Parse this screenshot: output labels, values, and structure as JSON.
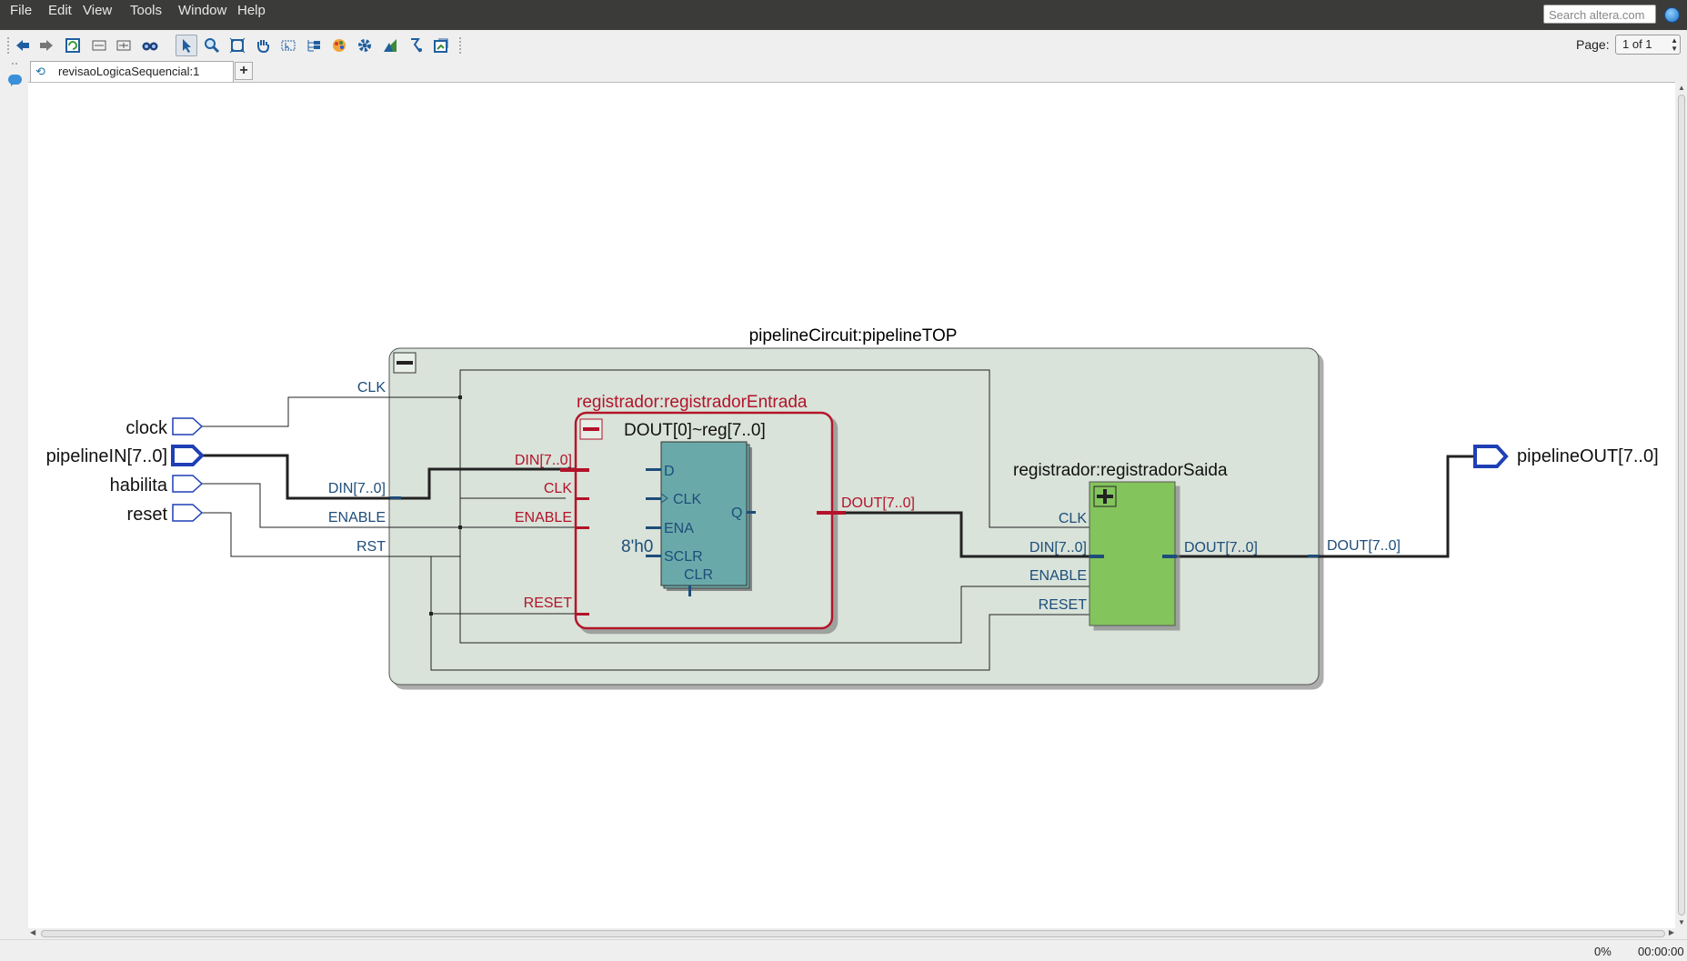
{
  "menu": [
    {
      "label": "File"
    },
    {
      "label": "Edit"
    },
    {
      "label": "View"
    },
    {
      "label": "Tools"
    },
    {
      "label": "Window"
    },
    {
      "label": "Help"
    }
  ],
  "search": {
    "placeholder": "Search altera.com"
  },
  "toolbar": {
    "icons": [
      "back-icon",
      "forward-icon",
      "refresh-netlist-icon",
      "collapse-icon",
      "expand-icon",
      "find-icon",
      "select-icon",
      "zoom-icon",
      "fit-icon",
      "pan-icon",
      "partial-select-icon",
      "hierarchy-icon",
      "color-icon",
      "settings-icon",
      "filter-icon",
      "bus-icon",
      "export-icon"
    ],
    "page_label": "Page:",
    "page_value": "1 of 1"
  },
  "tab": {
    "label": "revisaoLogicaSequencial:1",
    "add_label": "+"
  },
  "schematic": {
    "top_block_title": "pipelineCircuit:pipelineTOP",
    "inputs": [
      "clock",
      "pipelineIN[7..0]",
      "habilita",
      "reset"
    ],
    "output": "pipelineOUT[7..0]",
    "top_ports": [
      "CLK",
      "DIN[7..0]",
      "ENABLE",
      "RST",
      "DOUT[7..0]"
    ],
    "entrada": {
      "title": "registrador:registradorEntrada",
      "reg_title": "DOUT[0]~reg[7..0]",
      "ports": [
        "DIN[7..0]",
        "CLK",
        "ENABLE",
        "RESET",
        "DOUT[7..0]"
      ],
      "reg_pins": [
        "D",
        "CLK",
        "ENA",
        "SCLR",
        "CLR",
        "Q"
      ],
      "const_value": "8'h0"
    },
    "saida": {
      "title": "registrador:registradorSaida",
      "ports": [
        "CLK",
        "DIN[7..0]",
        "ENABLE",
        "RESET",
        "DOUT[7..0]"
      ]
    },
    "colors": {
      "top_fill": "#d9e3d9",
      "entrada_accent": "#b3122a",
      "reg_fill": "#6aa9a9",
      "saida_fill": "#84c45c",
      "port_blue": "#1f3fb5",
      "label_blue": "#1d4d7a"
    }
  },
  "status": {
    "progress": "0%",
    "time": "00:00:00"
  }
}
